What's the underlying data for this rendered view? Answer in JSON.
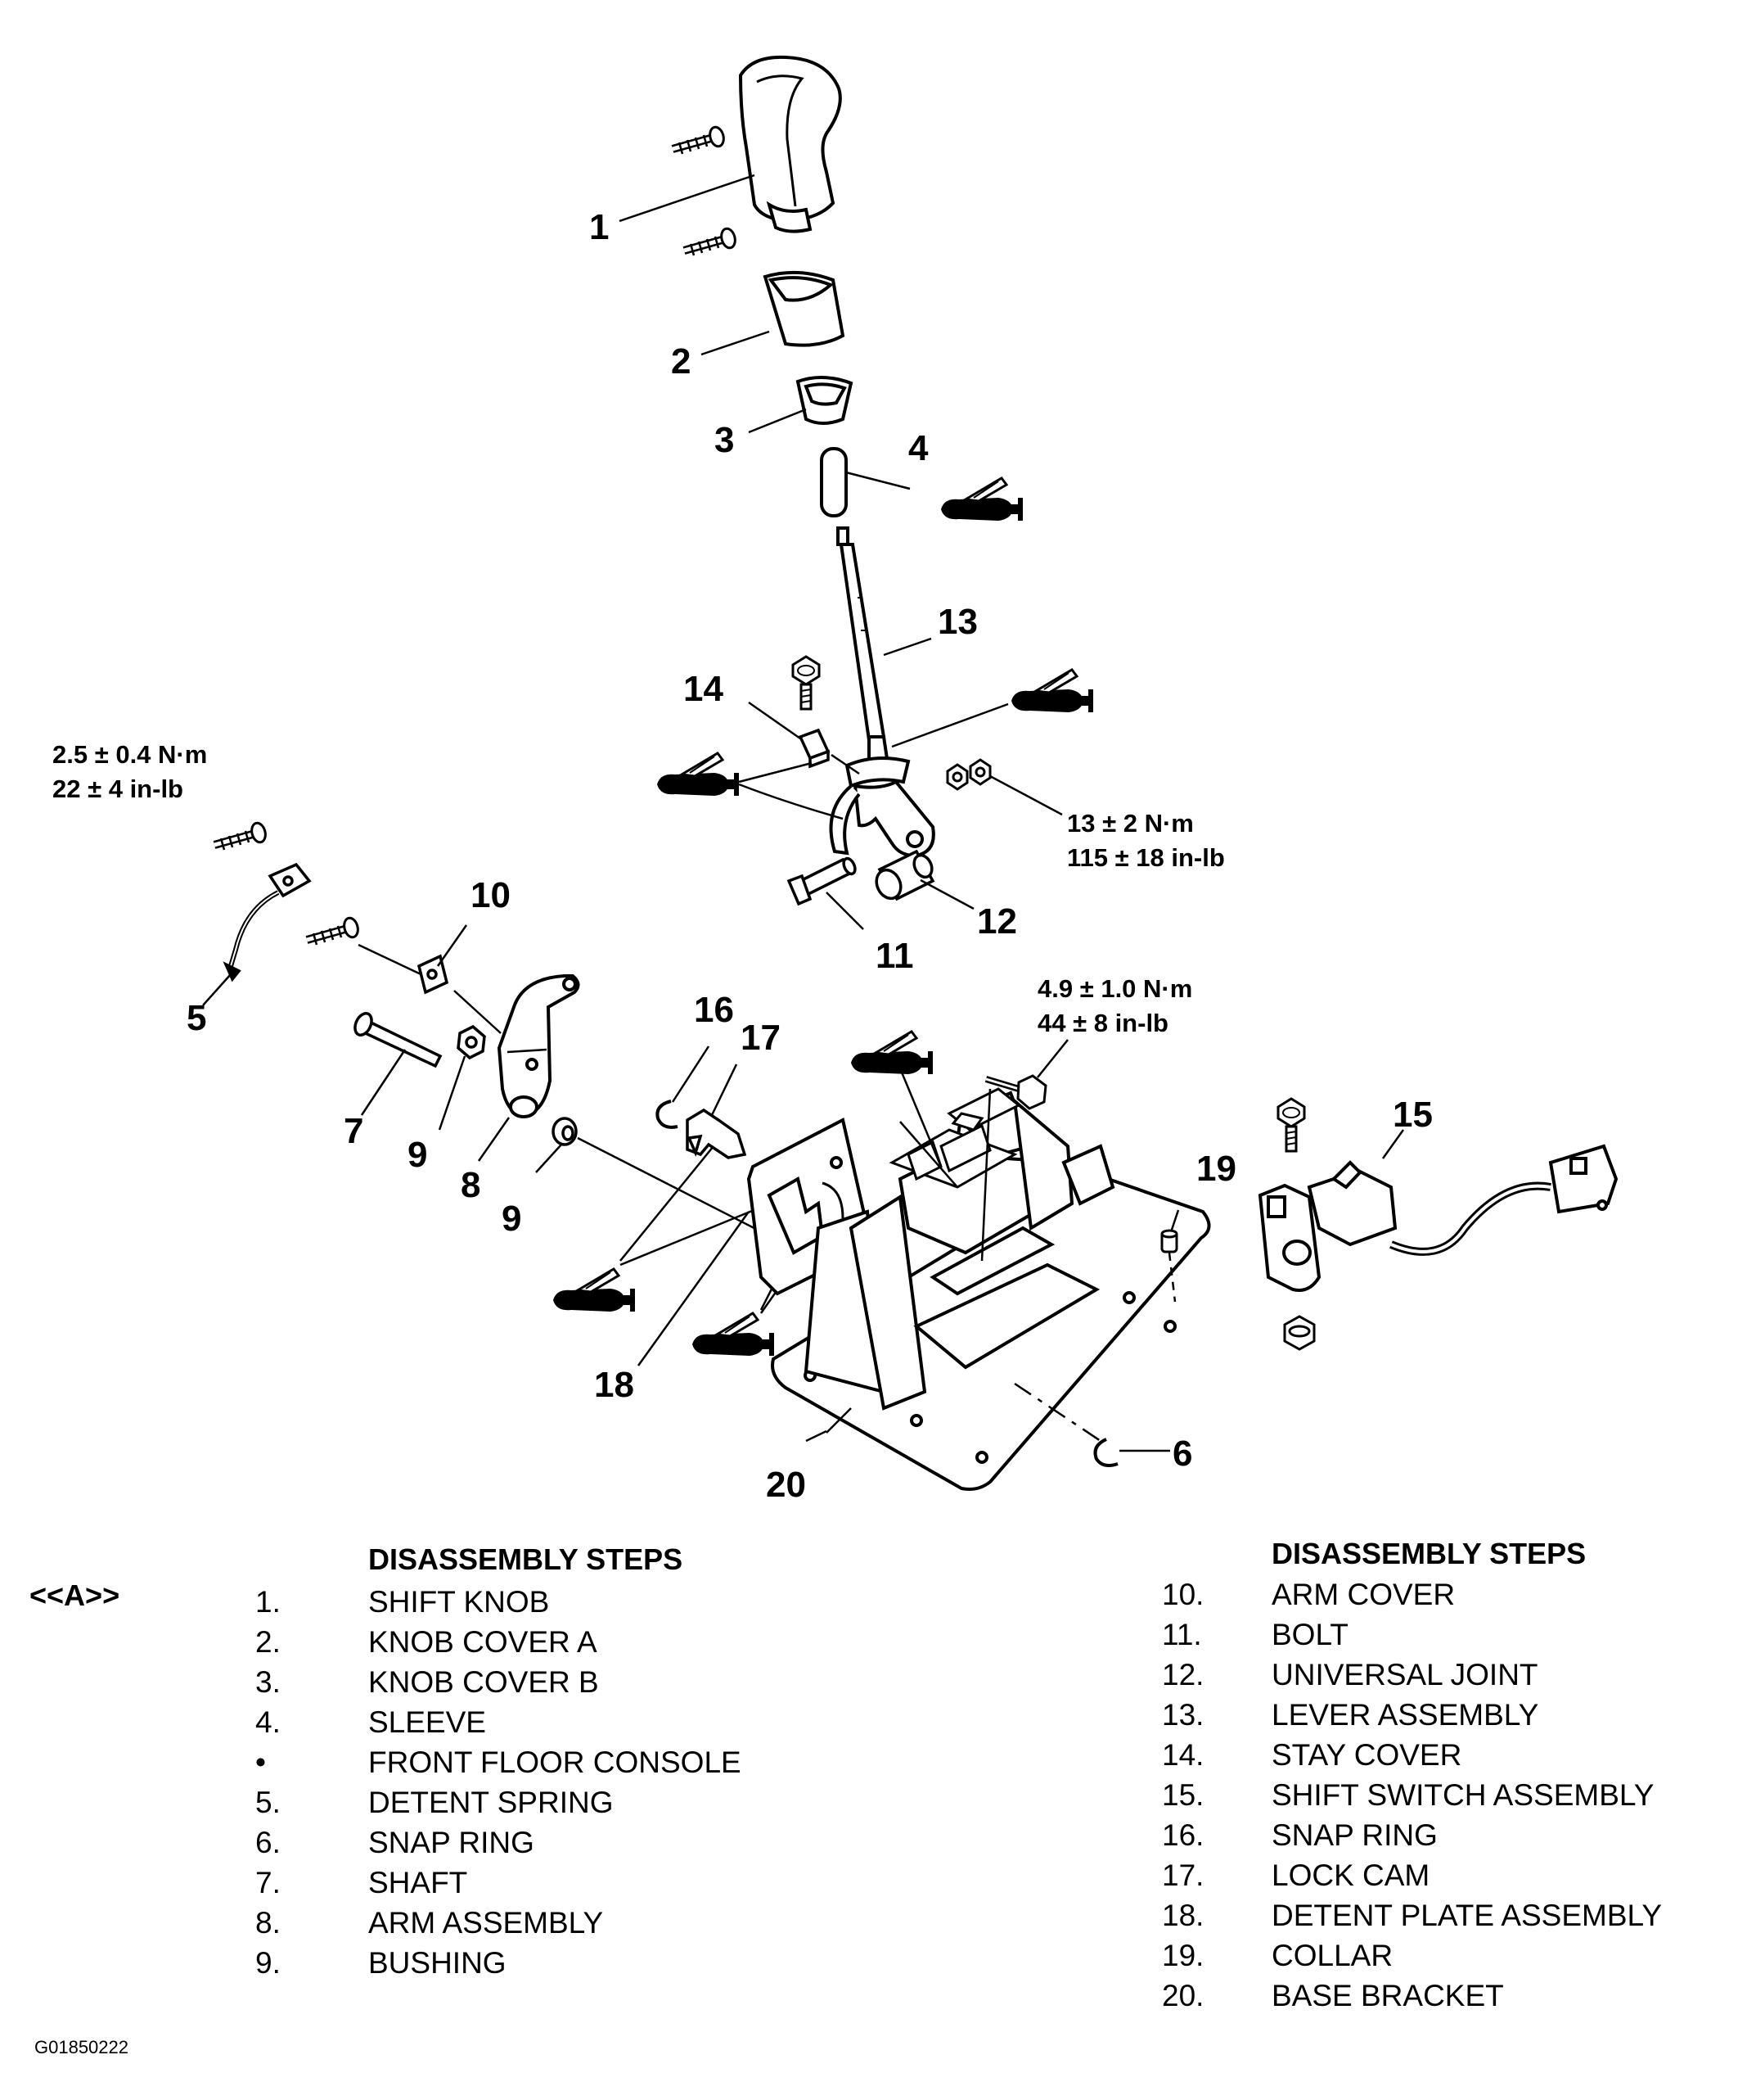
{
  "callouts": [
    "1",
    "2",
    "3",
    "4",
    "5",
    "6",
    "7",
    "8",
    "9",
    "9",
    "10",
    "11",
    "12",
    "13",
    "14",
    "15",
    "16",
    "17",
    "18",
    "19",
    "20"
  ],
  "torque_specs": [
    {
      "nm": "2.5 ± 0.4 N·m",
      "inlb": "22 ± 4 in-lb"
    },
    {
      "nm": "13 ± 2 N·m",
      "inlb": "115 ± 18 in-lb"
    },
    {
      "nm": "4.9 ± 1.0 N·m",
      "inlb": "44 ± 8 in-lb"
    }
  ],
  "steps_left": {
    "heading": "DISASSEMBLY STEPS",
    "marker": "<<A>>",
    "items": [
      {
        "num": "1.",
        "label": "SHIFT KNOB"
      },
      {
        "num": "2.",
        "label": "KNOB COVER A"
      },
      {
        "num": "3.",
        "label": "KNOB COVER B"
      },
      {
        "num": "4.",
        "label": "SLEEVE"
      },
      {
        "num": "•",
        "label": "FRONT FLOOR CONSOLE"
      },
      {
        "num": "5.",
        "label": "DETENT SPRING"
      },
      {
        "num": "6.",
        "label": "SNAP RING"
      },
      {
        "num": "7.",
        "label": "SHAFT"
      },
      {
        "num": "8.",
        "label": "ARM ASSEMBLY"
      },
      {
        "num": "9.",
        "label": "BUSHING"
      }
    ]
  },
  "steps_right": {
    "heading": "DISASSEMBLY STEPS",
    "items": [
      {
        "num": "10.",
        "label": "ARM COVER"
      },
      {
        "num": "11.",
        "label": "BOLT"
      },
      {
        "num": "12.",
        "label": "UNIVERSAL JOINT"
      },
      {
        "num": "13.",
        "label": "LEVER ASSEMBLY"
      },
      {
        "num": "14.",
        "label": "STAY COVER"
      },
      {
        "num": "15.",
        "label": "SHIFT SWITCH ASSEMBLY"
      },
      {
        "num": "16.",
        "label": "SNAP RING"
      },
      {
        "num": "17.",
        "label": "LOCK CAM"
      },
      {
        "num": "18.",
        "label": "DETENT PLATE ASSEMBLY"
      },
      {
        "num": "19.",
        "label": "COLLAR"
      },
      {
        "num": "20.",
        "label": "BASE BRACKET"
      }
    ]
  },
  "figure_id": "G01850222"
}
